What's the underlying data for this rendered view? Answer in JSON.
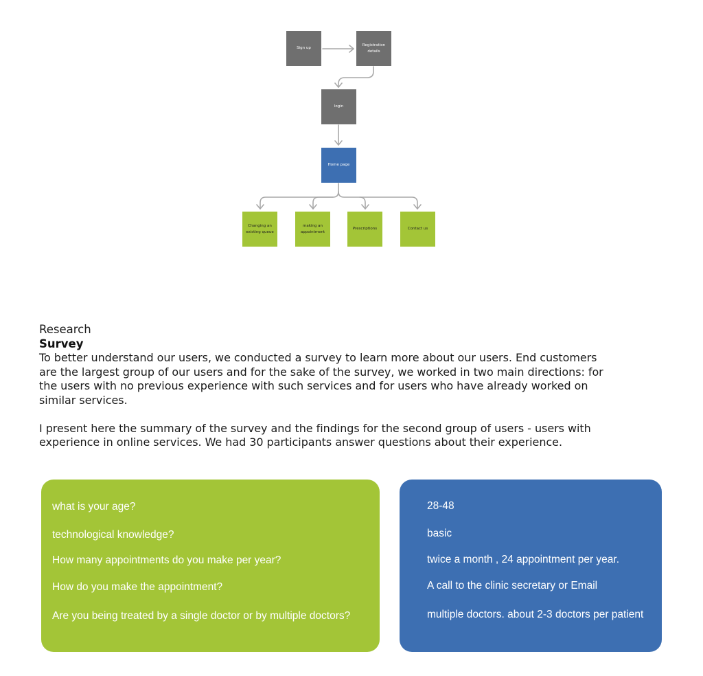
{
  "flowchart": {
    "nodes": {
      "signup": "Sign up",
      "registration": "Registration\ndetails",
      "login": "login",
      "home": "Home page",
      "changing_queue": "Changing an\nexisting queue",
      "making_appointment": "making an\nappointment",
      "prescriptions": "Prescriptions",
      "contact": "Contact us"
    },
    "colors": {
      "step": "#6f6f6f",
      "hub": "#3d6fb2",
      "leaf": "#a3c537",
      "connector": "#a9a9a9"
    }
  },
  "research": {
    "heading": "Research",
    "subheading": "Survey",
    "paragraph1": "To better understand our users, we conducted a survey to learn more about our users. End customers\nare the largest group of our users and for the sake of the survey, we worked in two main directions: for\nthe users with no previous experience with such services and for users who have already worked on\nsimilar services.",
    "paragraph2": "I present here the summary of the survey and the findings for the second group of users - users with\n experience in online services. We had 30 participants answer questions about their experience."
  },
  "survey": {
    "questions": [
      "what is your age?",
      "technological knowledge?",
      "How many appointments do you make per year?",
      "How do you make the appointment?",
      "Are you being treated by a single doctor or by multiple doctors?"
    ],
    "answers": [
      "28-48",
      "basic",
      "twice a month , 24 appointment per year.",
      "A call to the clinic secretary or Email",
      "multiple doctors. about 2-3 doctors per patient"
    ],
    "colors": {
      "questions_card": "#a3c537",
      "answers_card": "#3d6fb2"
    }
  }
}
